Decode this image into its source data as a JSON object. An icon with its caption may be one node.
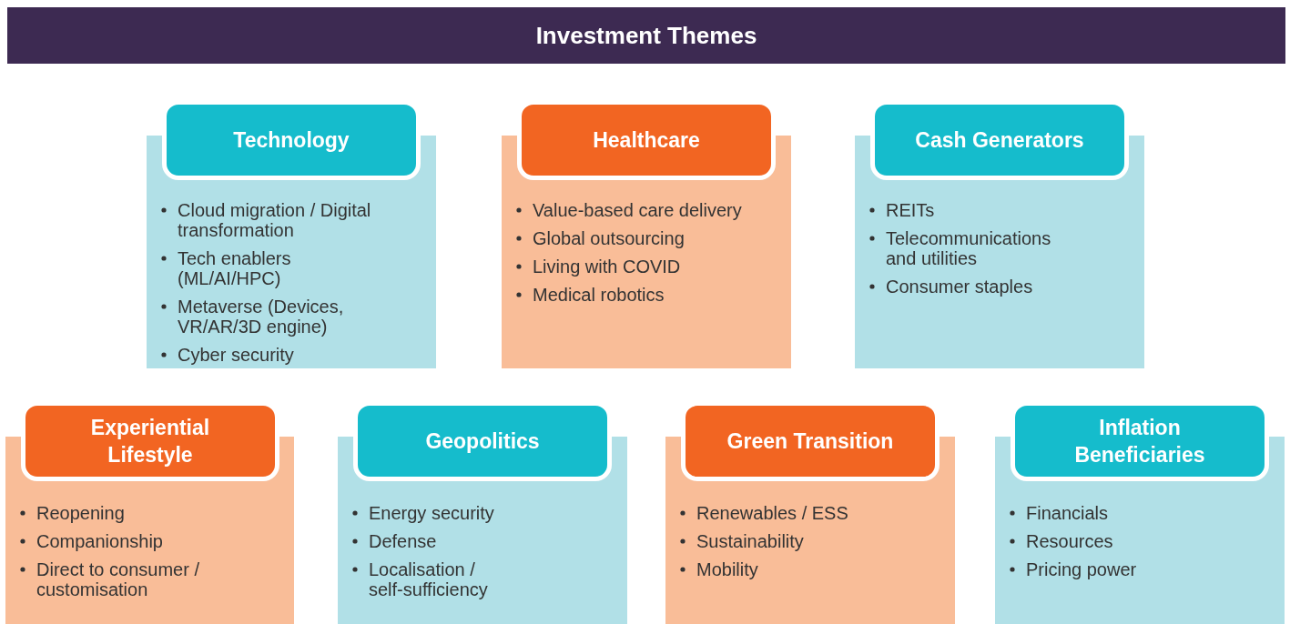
{
  "diagram": {
    "title": "Investment Themes",
    "nodes": [
      {
        "text": [
          "Technology",
          "Cloud migration / Digital transformation",
          "Tech enablers (ML/AI/HPC)",
          "Metaverse (Devices, VR/AR/3D engine)",
          "Cyber security"
        ]
      },
      {
        "text": [
          "Healthcare",
          "Value-based care delivery",
          "Global outsourcing",
          "Living with COVID",
          "Medical robotics"
        ]
      },
      {
        "text": [
          "Cash Generators",
          "REITs",
          "Telecommunications and utilities",
          "Consumer staples"
        ]
      },
      {
        "text": [
          "Experiential Lifestyle",
          "Reopening",
          "Companionship",
          "Direct to consumer / customisation"
        ]
      },
      {
        "text": [
          "Geopolitics",
          "Energy security",
          "Defense",
          "Localisation / self-sufficiency"
        ]
      },
      {
        "text": [
          "Green Transition",
          "Renewables / ESS",
          "Sustainability",
          "Mobility"
        ]
      },
      {
        "text": [
          "Inflation Beneficiaries",
          "Financials",
          "Resources",
          "Pricing power"
        ]
      }
    ]
  }
}
